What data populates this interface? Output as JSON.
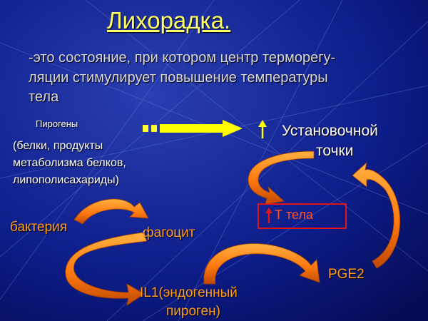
{
  "title": "Лихорадка.",
  "definition": {
    "line1": "-это состояние, при котором центр терморегу-",
    "line2": "ляции стимулирует повышение температуры",
    "line3": "тела"
  },
  "pyrogens_label": "Пирогены",
  "pyrogens_detail": {
    "line1": "(белки, продукты",
    "line2": "метаболизма белков,",
    "line3": "липополисахариды)"
  },
  "setpoint": {
    "line1": "Установочной",
    "line2": "точки"
  },
  "body_temp_label": "Т тела",
  "nodes": {
    "bacteria": "бактерия",
    "phagocyte": "фагоцит",
    "il1_line1": "IL1(эндогенный",
    "il1_line2": "пироген)",
    "pge2": "PGE2"
  },
  "colors": {
    "background": "#0a1a80",
    "title": "#ffff66",
    "arrow_orange": "#ff8a1a",
    "arrow_yellow": "#ffff00",
    "box_red": "#e0151a",
    "orange_text": "#ff9c1e"
  }
}
